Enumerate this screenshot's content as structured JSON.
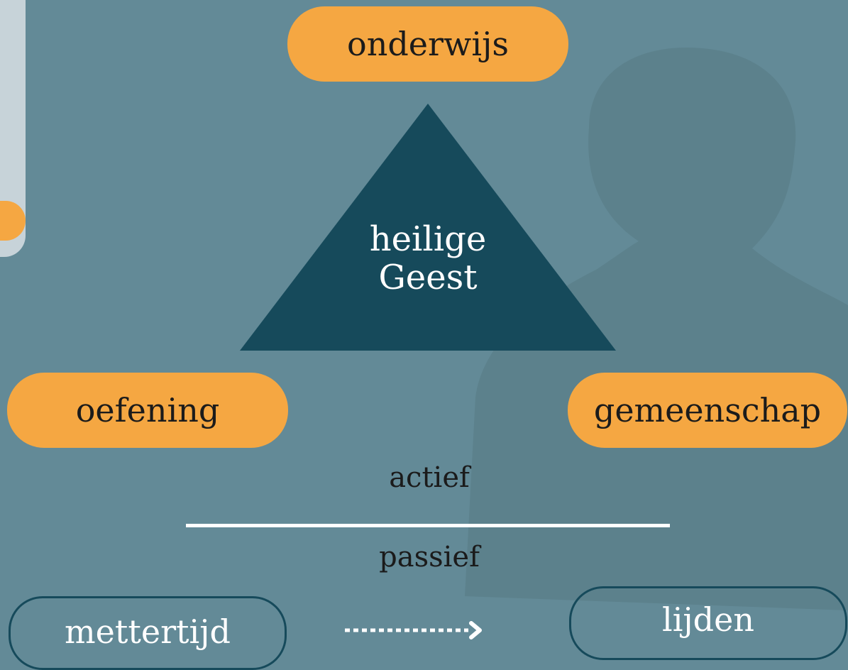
{
  "diagram": {
    "top_node": "onderwijs",
    "center_lines": [
      "heilige",
      "Geest"
    ],
    "left_node": "oefening",
    "right_node": "gemeenschap",
    "upper_word": "actief",
    "lower_word": "passief",
    "bottom_left": "mettertijd",
    "bottom_right": "lijden"
  },
  "colors": {
    "background": "#638a97",
    "accent": "#f5a742",
    "triangle": "#164a5b",
    "outline": "#164a5b",
    "text_dark": "#1b1b1b",
    "text_light": "#ffffff",
    "side_panel": "#c7d3d9"
  },
  "icons": {
    "arrow": "dotted-arrow-right-icon"
  }
}
